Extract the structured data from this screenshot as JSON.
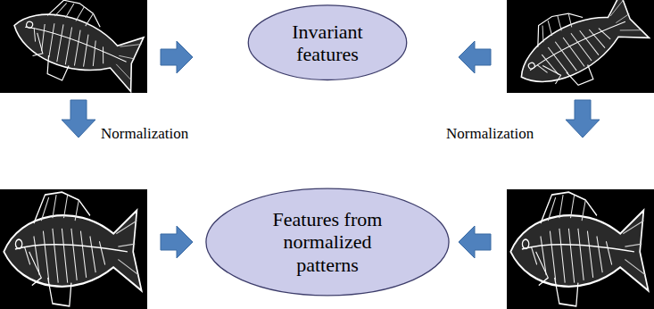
{
  "diagram": {
    "nodes": [
      {
        "text": [
          "Invariant features"
        ]
      },
      {
        "text": [
          "Features from normalized patterns"
        ]
      }
    ],
    "labels": [
      "Normalization",
      "Normalization"
    ]
  }
}
